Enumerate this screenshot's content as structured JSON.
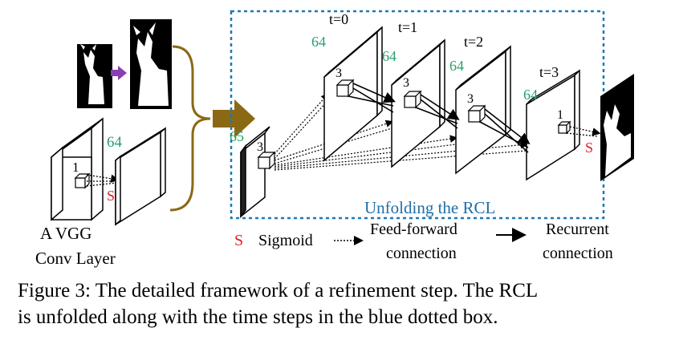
{
  "diagram": {
    "rcl_box_label": "Unfolding the RCL",
    "vgg_label_line1": "A VGG",
    "vgg_label_line2": "Conv Layer",
    "vgg_channels": "64",
    "vgg_kernel": "1",
    "vgg_sigmoid": "S",
    "input_channels": "65",
    "input_kernel": "3",
    "time_steps": [
      {
        "label": "t=0",
        "channels": "64",
        "kernel": "3"
      },
      {
        "label": "t=1",
        "channels": "64",
        "kernel": "3"
      },
      {
        "label": "t=2",
        "channels": "64",
        "kernel": "3"
      },
      {
        "label": "t=3",
        "channels": "64",
        "kernel": "1"
      }
    ],
    "output_sigmoid": "S",
    "legend": {
      "sigmoid_symbol": "S",
      "sigmoid_label": "Sigmoid",
      "feedforward_line1": "Feed-forward",
      "feedforward_line2": "connection",
      "recurrent_line1": "Recurrent",
      "recurrent_line2": "connection"
    },
    "colors": {
      "box_border": "#1f78b4",
      "rcl_label": "#1f6fa8",
      "channel_number": "#27a06a",
      "sigmoid": "#e0202a",
      "brace": "#8b6914",
      "purple_arrow": "#8a3fb0"
    }
  },
  "caption": {
    "line1": "Figure 3: The detailed framework of a refinement step. The RCL",
    "line2": "is unfolded along with the time steps in the blue dotted box."
  }
}
